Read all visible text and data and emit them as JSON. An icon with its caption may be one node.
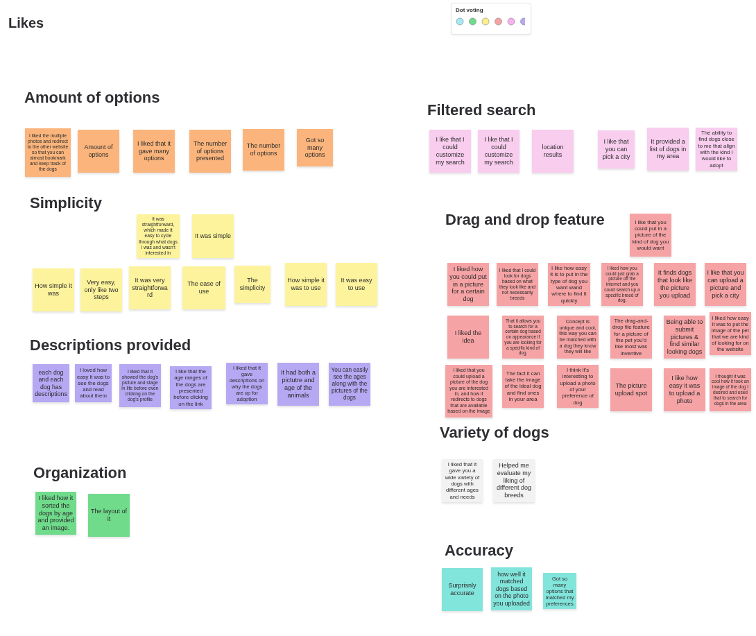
{
  "diagram": {
    "nodes": [
      {
        "text": [
          "Dot voting"
        ]
      },
      {
        "text": [
          "I liked the multiple photos and redirect to the other website so that you can almost bookmark and keep track of the dogs"
        ]
      },
      {
        "text": [
          "Amount of options"
        ]
      },
      {
        "text": [
          "I liked that it gave many options"
        ]
      },
      {
        "text": [
          "The number of options presented"
        ]
      },
      {
        "text": [
          "The number of options"
        ]
      },
      {
        "text": [
          "Got so many options"
        ]
      },
      {
        "text": [
          "It was straightforward, which made it easy to cycle through what dogs I was and wasn't interested in"
        ]
      },
      {
        "text": [
          "It was simple"
        ]
      },
      {
        "text": [
          "How simple it was"
        ]
      },
      {
        "text": [
          "Very easy, only like two steps"
        ]
      },
      {
        "text": [
          "It was very straightforward"
        ]
      },
      {
        "text": [
          "The ease of use"
        ]
      },
      {
        "text": [
          "The simplicity"
        ]
      },
      {
        "text": [
          "How simple it was to use"
        ]
      },
      {
        "text": [
          "It was easy to use"
        ]
      },
      {
        "text": [
          "each dog and each dog has descriptions"
        ]
      },
      {
        "text": [
          "I loved how easy it was to see the dogs and read about them"
        ]
      },
      {
        "text": [
          "I liked that it showed the dog's picture and stage in life before even clicking on the dog's profile"
        ]
      },
      {
        "text": [
          "I like that the age ranges of the dogs are presented before clicking on the link"
        ]
      },
      {
        "text": [
          "I liked that it gave descriptions on why the dogs are up for adoption"
        ]
      },
      {
        "text": [
          "It had both a pictutre and age of the animals"
        ]
      },
      {
        "text": [
          "You can easily see the ages along with the pictures of the dogs"
        ]
      },
      {
        "text": [
          "I liked how it sorted the dogs by age and provided an image."
        ]
      },
      {
        "text": [
          "The layout of it"
        ]
      },
      {
        "text": [
          "I like that I could customize my search"
        ]
      },
      {
        "text": [
          "I like that I could customize my search"
        ]
      },
      {
        "text": [
          "location results"
        ]
      },
      {
        "text": [
          "I like that you can pick a city"
        ]
      },
      {
        "text": [
          "It provided a list of dogs in my area"
        ]
      },
      {
        "text": [
          "The ability to find dogs close to me that align with the kind I would like to adopt"
        ]
      },
      {
        "text": [
          "I like that you could put in a picture of the kind of dog you would want"
        ]
      },
      {
        "text": [
          "I liked how you could put in a picture for a certain dog"
        ]
      },
      {
        "text": [
          "I liked that I could look for dogs based on what they look like and not necessarily breeds"
        ]
      },
      {
        "text": [
          "I like how easy it is to put in the type of dog you want wand where to find it quickly"
        ]
      },
      {
        "text": [
          "I liked how you could just grab a picture off the internet and you could search up a specific breed of dog."
        ]
      },
      {
        "text": [
          "It finds dogs that look like the picture you upload"
        ]
      },
      {
        "text": [
          "I like that you can upload a picture and pick a city"
        ]
      },
      {
        "text": [
          "I liked the idea"
        ]
      },
      {
        "text": [
          "That it allows you to search for a certain dog based on appearance if you are looking for a specific kind of dog."
        ]
      },
      {
        "text": [
          "Concept is unique and cool, this way you can be matched with a dog they know they will like"
        ]
      },
      {
        "text": [
          "The drag-and-drop file feature for a picture of the pet you'd like most was inventive"
        ]
      },
      {
        "text": [
          "Being able to submit pictures & find similar looking dogs"
        ]
      },
      {
        "text": [
          "I liked how easy it was to put the image of the pet that we are kind of looking for on the website"
        ]
      },
      {
        "text": [
          "I liked that you could upload a picture of the dog you are interested in, and how it redirects to dogs that are available based on the image"
        ]
      },
      {
        "text": [
          "The fact it can take the image of the ideal dog and find ones in your area"
        ]
      },
      {
        "text": [
          "I think it's interesting to upload a photo of your preference of dog"
        ]
      },
      {
        "text": [
          "The picture upload spot"
        ]
      },
      {
        "text": [
          "I like how easy it was to upload a photo"
        ]
      },
      {
        "text": [
          "I thought it was cool how it took an image of the dog I desired and used that to search for dogs in the area"
        ]
      },
      {
        "text": [
          "I liked that it gave you a wide variety of dogs with different ages and needs"
        ]
      },
      {
        "text": [
          "Helped me evaluate my liking of different dog breeds"
        ]
      },
      {
        "text": [
          "Surprisnly accurate"
        ]
      },
      {
        "text": [
          "how well it matched dogs based on the photo you uploaded"
        ]
      },
      {
        "text": [
          "Got so many options that matched my preferences"
        ]
      }
    ],
    "labels": [
      "Likes",
      "Amount of options",
      "Filtered search",
      "Simplicity",
      "Drag and drop feature",
      "Descriptions provided",
      "Variety of dogs",
      "Organization",
      "Accuracy"
    ]
  }
}
